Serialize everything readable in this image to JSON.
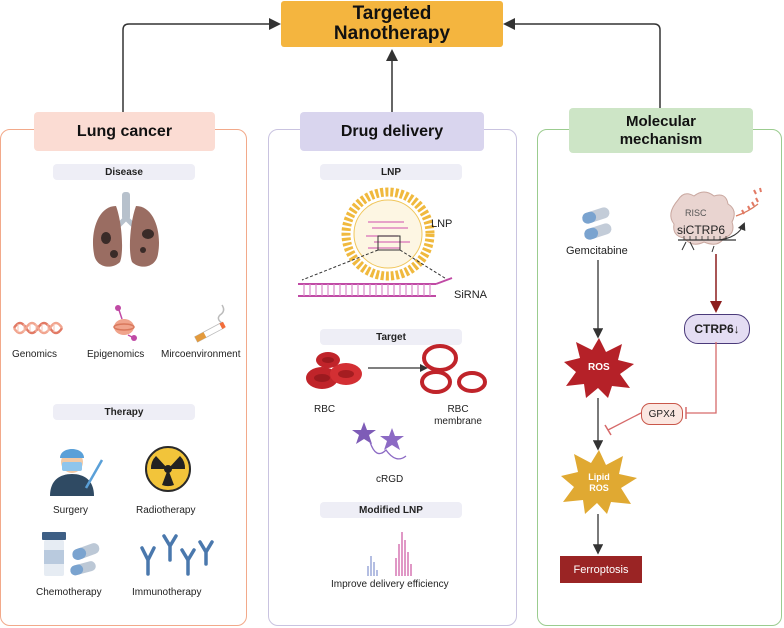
{
  "title": {
    "line1": "Targeted",
    "line2": "Nanotherapy"
  },
  "colors": {
    "title_bg": "#f4b53f",
    "lung_border": "#f2a98a",
    "lung_header": "#fbdcd3",
    "drug_border": "#c9c3e0",
    "drug_header": "#d9d5ee",
    "mol_border": "#9bcc8f",
    "mol_header": "#cde5c6",
    "ros": "#b52128",
    "lipid_ros": "#e0a932",
    "ferroptosis": "#9a2424"
  },
  "lung": {
    "header": "Lung cancer",
    "disease": "Disease",
    "labels": {
      "genomics": "Genomics",
      "epigenomics": "Epigenomics",
      "microenvironment": "Mircoenvironment"
    },
    "therapy": "Therapy",
    "therapies": {
      "surgery": "Surgery",
      "radiotherapy": "Radiotherapy",
      "chemotherapy": "Chemotherapy",
      "immunotherapy": "Immunotherapy"
    }
  },
  "drug": {
    "header": "Drug delivery",
    "lnp_section": "LNP",
    "lnp_label": "LNP",
    "sirna_label": "SiRNA",
    "target_section": "Target",
    "rbc": "RBC",
    "rbc_membrane_1": "RBC",
    "rbc_membrane_2": "membrane",
    "crgd": "cRGD",
    "modified_section": "Modified LNP",
    "improve": "Improve delivery efficiency"
  },
  "mol": {
    "header_1": "Molecular",
    "header_2": "mechanism",
    "gemcitabine": "Gemcitabine",
    "risc": "RISC",
    "sictrp6": "siCTRP6",
    "ctrp6": "CTRP6↓",
    "ros": "ROS",
    "gpx4": "GPX4",
    "lipid_1": "Lipid",
    "lipid_2": "ROS",
    "ferroptosis": "Ferroptosis"
  }
}
